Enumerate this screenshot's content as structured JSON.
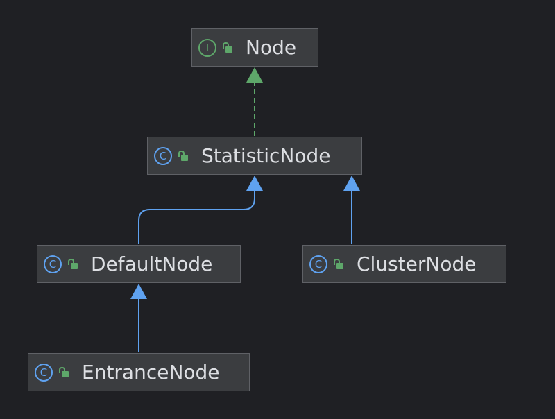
{
  "diagram": {
    "nodes": {
      "node": {
        "label": "Node",
        "kind_letter": "I",
        "kind": "interface-icon"
      },
      "statistic_node": {
        "label": "StatisticNode",
        "kind_letter": "C",
        "kind": "class-icon"
      },
      "default_node": {
        "label": "DefaultNode",
        "kind_letter": "C",
        "kind": "class-icon"
      },
      "cluster_node": {
        "label": "ClusterNode",
        "kind_letter": "C",
        "kind": "class-icon"
      },
      "entrance_node": {
        "label": "EntranceNode",
        "kind_letter": "C",
        "kind": "class-icon"
      }
    },
    "edges": [
      {
        "from": "StatisticNode",
        "to": "Node",
        "relation": "implements"
      },
      {
        "from": "DefaultNode",
        "to": "StatisticNode",
        "relation": "extends"
      },
      {
        "from": "ClusterNode",
        "to": "StatisticNode",
        "relation": "extends"
      },
      {
        "from": "EntranceNode",
        "to": "DefaultNode",
        "relation": "extends"
      }
    ],
    "colors": {
      "background": "#1f2024",
      "node_fill": "#3b3d40",
      "node_border": "#5f6166",
      "text": "#dddfe3",
      "extends_edge": "#5fa2f0",
      "implements_edge": "#5ea76a",
      "class_icon": "#5fa2f0",
      "interface_icon": "#5ea76a",
      "visibility_icon": "#5ea76a"
    }
  }
}
